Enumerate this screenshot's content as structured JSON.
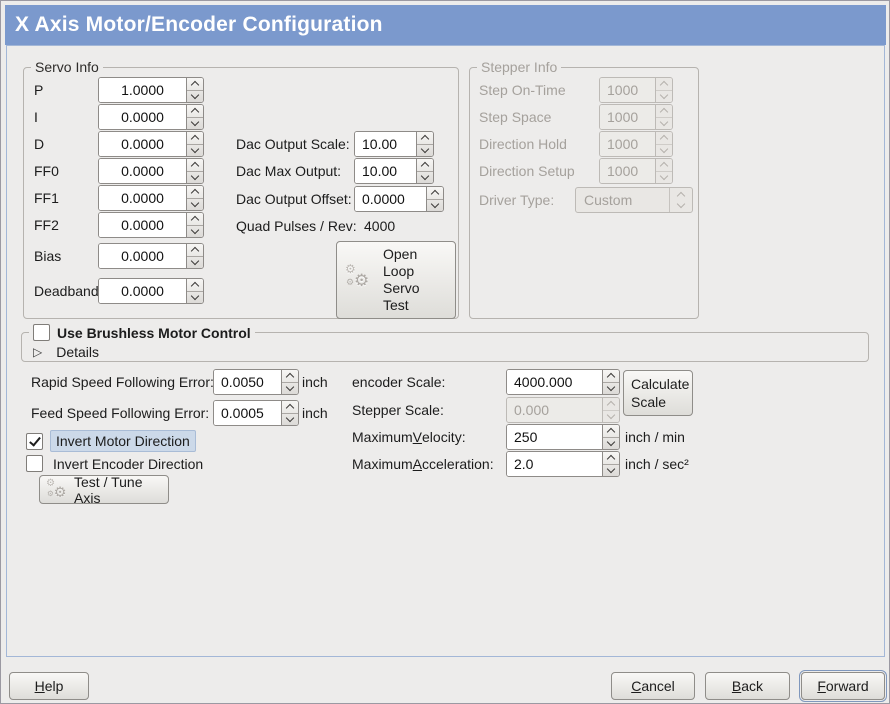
{
  "colors": {
    "banner": "#7b99cd",
    "content-border": "#a3b7d7",
    "highlight-bg": "#ccd9e9",
    "highlight-border": "#a9bcd6",
    "focus-ring": "#7f97bd"
  },
  "title": "X Axis Motor/Encoder Configuration",
  "servo": {
    "legend": "Servo Info",
    "fields": [
      {
        "label": "P",
        "value": "1.0000"
      },
      {
        "label": "I",
        "value": "0.0000"
      },
      {
        "label": "D",
        "value": "0.0000"
      },
      {
        "label": "FF0",
        "value": "0.0000"
      },
      {
        "label": "FF1",
        "value": "0.0000"
      },
      {
        "label": "FF2",
        "value": "0.0000"
      },
      {
        "label": "Bias",
        "value": "0.0000"
      },
      {
        "label": "Deadband",
        "value": "0.0000"
      }
    ],
    "dac": [
      {
        "label": "Dac Output Scale:",
        "value": "10.00"
      },
      {
        "label": "Dac Max Output:",
        "value": "10.00"
      },
      {
        "label": "Dac Output Offset:",
        "value": "0.0000"
      }
    ],
    "quad_label": "Quad Pulses / Rev:",
    "quad_value": "4000",
    "open_loop_button": "Open\nLoop\nServo\nTest"
  },
  "stepper": {
    "legend": "Stepper Info",
    "fields": [
      {
        "label": "Step On-Time",
        "value": "1000"
      },
      {
        "label": "Step Space",
        "value": "1000"
      },
      {
        "label": "Direction Hold",
        "value": "1000"
      },
      {
        "label": "Direction Setup",
        "value": "1000"
      }
    ],
    "driver_label": "Driver Type:",
    "driver_value": "Custom"
  },
  "brushless": {
    "label": "Use Brushless Motor Control",
    "checked": false,
    "details": "Details"
  },
  "errors": {
    "rapid_label": "Rapid Speed Following Error:",
    "rapid_value": "0.0050",
    "rapid_unit": "inch",
    "feed_label": "Feed Speed Following Error:",
    "feed_value": "0.0005",
    "feed_unit": "inch"
  },
  "scaling": {
    "encoder_label": "encoder Scale:",
    "encoder_value": "4000.000",
    "calculate_button": "Calculate Scale",
    "stepper_label": "Stepper Scale:",
    "stepper_value": "0.000",
    "velocity_label": {
      "pre": "Maximum ",
      "key": "V",
      "post": "elocity:"
    },
    "velocity_value": "250",
    "velocity_unit": "inch / min",
    "accel_label": {
      "pre": "Maximum ",
      "key": "A",
      "post": "cceleration:"
    },
    "accel_value": "2.0",
    "accel_unit": "inch / sec²"
  },
  "inverts": {
    "motor": {
      "label": "Invert Motor Direction",
      "checked": true
    },
    "encoder": {
      "label": "Invert Encoder Direction",
      "checked": false
    }
  },
  "test_tune_button": "Test / Tune Axis",
  "actions": {
    "help": {
      "key": "H",
      "post": "elp"
    },
    "cancel": {
      "key": "C",
      "post": "ancel"
    },
    "back": {
      "key": "B",
      "post": "ack"
    },
    "forward": {
      "key": "F",
      "post": "orward"
    }
  }
}
